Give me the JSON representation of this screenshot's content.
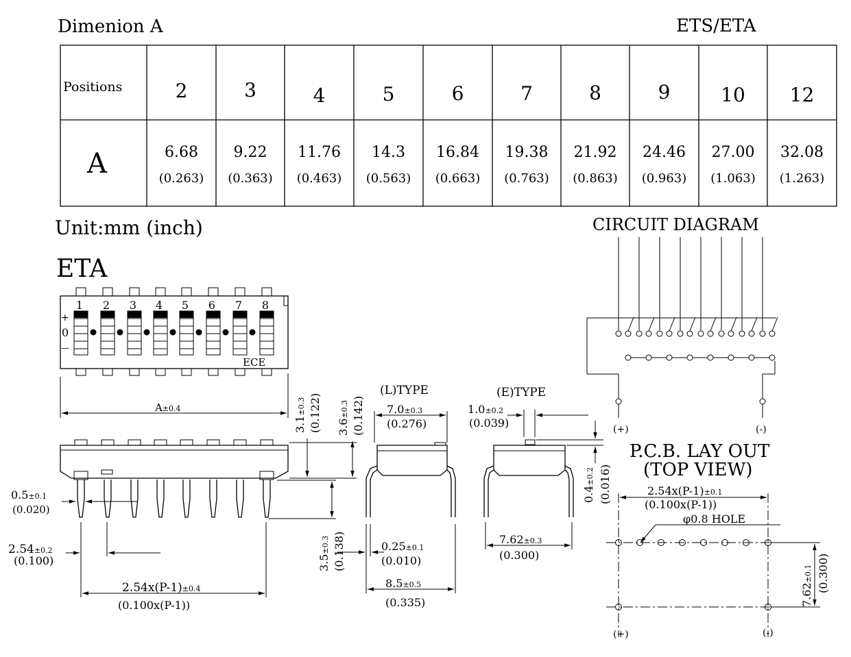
{
  "header": {
    "title": "Dimenion A",
    "series": "ETS/ETA"
  },
  "table": {
    "row_header_positions": "Positions",
    "row_header_a": "A",
    "positions": [
      "2",
      "3",
      "4",
      "5",
      "6",
      "7",
      "8",
      "9",
      "10",
      "12"
    ],
    "a_mm": [
      "6.68",
      "9.22",
      "11.76",
      "14.3",
      "16.84",
      "19.38",
      "21.92",
      "24.46",
      "27.00",
      "32.08"
    ],
    "a_inch": [
      "(0.263)",
      "(0.363)",
      "(0.463)",
      "(0.563)",
      "(0.663)",
      "(0.763)",
      "(0.863)",
      "(0.963)",
      "(1.063)",
      "(1.263)"
    ]
  },
  "unit_label": "Unit:mm (inch)",
  "model": "ETA",
  "top_view": {
    "switch_numbers": [
      "1",
      "2",
      "3",
      "4",
      "5",
      "6",
      "7",
      "8"
    ],
    "pos_plus": "+",
    "pos_zero": "0",
    "pos_minus": "—",
    "brand": "ECE"
  },
  "dims": {
    "a_main": "A",
    "a_tol": "±0.4",
    "h31": "3.1",
    "h31_tol": "±0.3",
    "h31_in": "(0.122)",
    "h36": "3.6",
    "h36_tol": "±0.3",
    "h36_in": "(0.142)",
    "pin_w": "0.5",
    "pin_w_tol": "±0.1",
    "pin_w_in": "(0.020)",
    "pitch": "2.54",
    "pitch_tol": "±0.2",
    "pitch_in": "(0.100)",
    "span": "2.54x(P-1)",
    "span_tol": "±0.4",
    "span_in": "(0.100x(P-1))",
    "pin_len": "3.5",
    "pin_len_tol": "±0.3",
    "pin_len_in": "(0.138)"
  },
  "l_type": {
    "title": "(L)TYPE",
    "w": "7.0",
    "w_tol": "±0.3",
    "w_in": "(0.276)",
    "lead": "0.25",
    "lead_tol": "±0.1",
    "lead_in": "(0.010)",
    "body": "8.5",
    "body_tol": "±0.5",
    "body_in": "(0.335)"
  },
  "e_type": {
    "title": "(E)TYPE",
    "act": "1.0",
    "act_tol": "±0.2",
    "act_in": "(0.039)",
    "act_h": "0.4",
    "act_h_tol": "±0.2",
    "act_h_in": "(0.016)",
    "row": "7.62",
    "row_tol": "±0.3",
    "row_in": "(0.300)"
  },
  "circuit": {
    "title": "CIRCUIT DIAGRAM",
    "plus": "(+)",
    "minus": "(-)"
  },
  "pcb": {
    "title1": "P.C.B. LAY OUT",
    "title2": "(TOP VIEW)",
    "span": "2.54x(P-1)",
    "span_tol": "±0.1",
    "span_in": "(0.100x(P-1))",
    "hole": "φ0.8 HOLE",
    "row": "7.62",
    "row_tol": "±0.1",
    "row_in": "(0.300)",
    "plus": "(+)",
    "minus": "(-)"
  }
}
